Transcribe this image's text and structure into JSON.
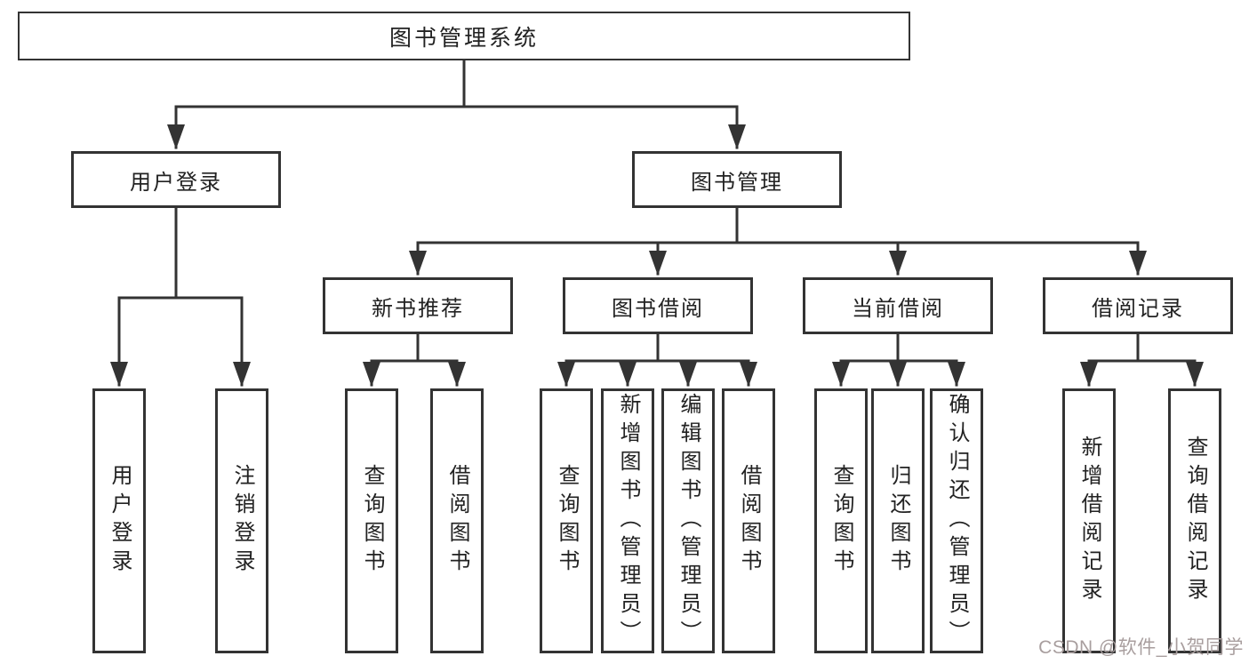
{
  "diagram": {
    "tree": {
      "label": "图书管理系统",
      "children": [
        {
          "label": "用户登录",
          "children": [
            {
              "label": "用户登录"
            },
            {
              "label": "注销登录"
            }
          ]
        },
        {
          "label": "图书管理",
          "children": [
            {
              "label": "新书推荐",
              "children": [
                {
                  "label": "查询图书"
                },
                {
                  "label": "借阅图书"
                }
              ]
            },
            {
              "label": "图书借阅",
              "children": [
                {
                  "label": "查询图书"
                },
                {
                  "label": "新增图书（管理员）"
                },
                {
                  "label": "编辑图书（管理员）"
                },
                {
                  "label": "借阅图书"
                }
              ]
            },
            {
              "label": "当前借阅",
              "children": [
                {
                  "label": "查询图书"
                },
                {
                  "label": "归还图书"
                },
                {
                  "label": "确认归还（管理员）"
                }
              ]
            },
            {
              "label": "借阅记录",
              "children": [
                {
                  "label": "新增借阅记录"
                },
                {
                  "label": "查询借阅记录"
                }
              ]
            }
          ]
        }
      ]
    },
    "colors": {
      "line": "#333333",
      "border": "#333333",
      "text": "#222222",
      "background": "#ffffff",
      "watermark": "#a89e9e"
    }
  },
  "watermark": {
    "text": "CSDN @软件_小贺同学"
  }
}
